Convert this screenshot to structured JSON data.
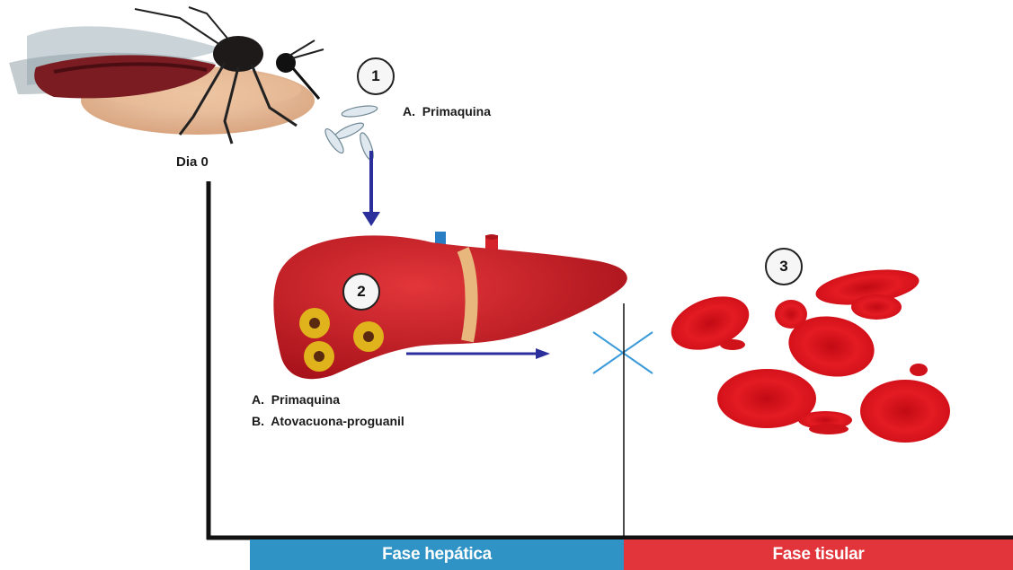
{
  "steps": {
    "s1": "1",
    "s2": "2",
    "s3": "3"
  },
  "mosquito_stage": {
    "drug_a": "A.  Primaquina"
  },
  "day_label": "Dia 0",
  "liver_stage": {
    "drug_a": "A.  Primaquina",
    "drug_b": "B.  Atovacuona-proguanil"
  },
  "phases": {
    "hepatic": {
      "label": "Fase hepática",
      "color": "#2f93c6"
    },
    "tissue": {
      "label": "Fase tisular",
      "color": "#e2353b"
    }
  },
  "colors": {
    "arrow": "#2b2f9c",
    "blocked": "#3a9ad9",
    "liver": "#c4161c",
    "rbc": "#d80f18",
    "timeline": "#111111"
  }
}
